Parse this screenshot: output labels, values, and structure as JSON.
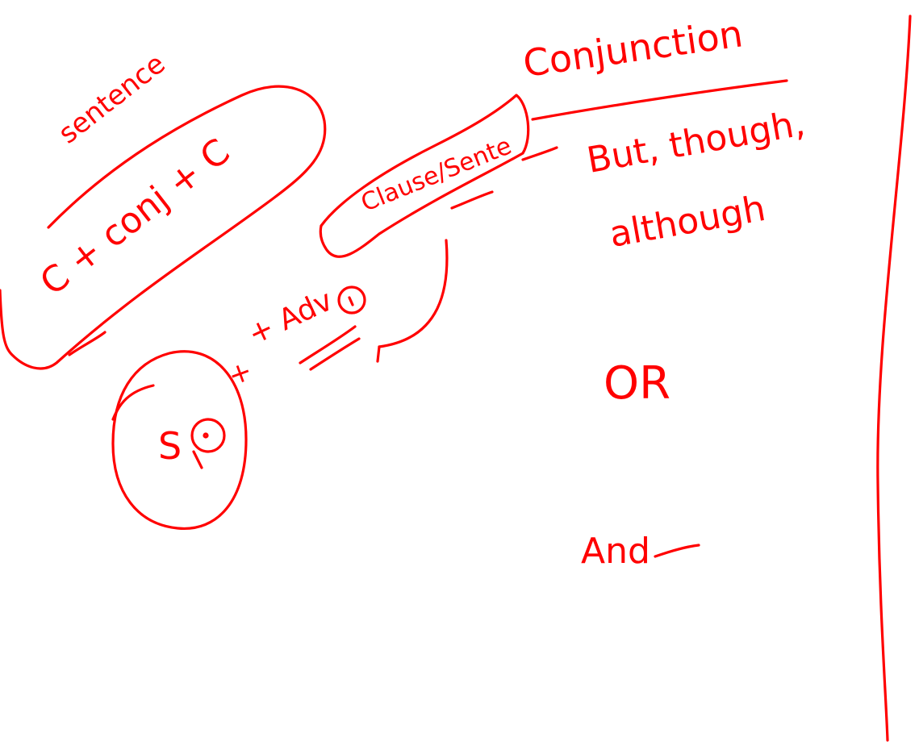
{
  "ink_color": "#ff0000",
  "background": "#ffffff",
  "annotations": {
    "sentence": "sentence",
    "c_conj_c": "C + conj + C",
    "clause_sentence": "Clause/Sente",
    "conjunction": "Conjunction",
    "but_though": "But, though,",
    "although": "although",
    "or_word": "OR",
    "and_word": "And",
    "adv": "+ Adv",
    "plus": "+",
    "s_circle": "S"
  }
}
